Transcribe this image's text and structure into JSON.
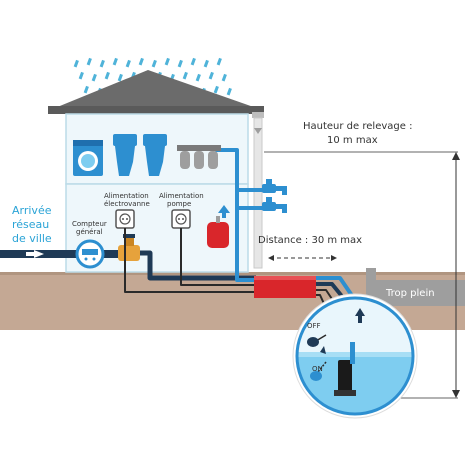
{
  "labels": {
    "arrivee_line1": "Arrivée",
    "arrivee_line2": "réseau",
    "arrivee_line3": "de ville",
    "compteur_line1": "Compteur",
    "compteur_line2": "général",
    "alim_electrovanne_line1": "Alimentation",
    "alim_electrovanne_line2": "électrovanne",
    "alim_pompe_line1": "Alimentation",
    "alim_pompe_line2": "pompe",
    "hauteur_line1": "Hauteur de relevage :",
    "hauteur_line2": "10 m max",
    "distance": "Distance : 30 m max",
    "trop_plein": "Trop plein",
    "off": "OFF",
    "on": "ON"
  },
  "colors": {
    "rain": "#4fb3d9",
    "roof": "#6b6b6b",
    "ground": "#c4a894",
    "pipe_blue": "#2d8fd0",
    "pipe_dark": "#1f3a56",
    "cable_dark": "#2a2a2a",
    "red_unit": "#d9262b",
    "water": "#7ecdf0",
    "accent_text": "#2aa3d6"
  },
  "icons": [
    "washing-machine-icon",
    "toilet-icon",
    "filter-icon",
    "faucet-icon",
    "power-outlet-icon",
    "water-meter-icon",
    "valve-icon",
    "expansion-tank-icon",
    "pump-icon",
    "float-switch-icon"
  ]
}
